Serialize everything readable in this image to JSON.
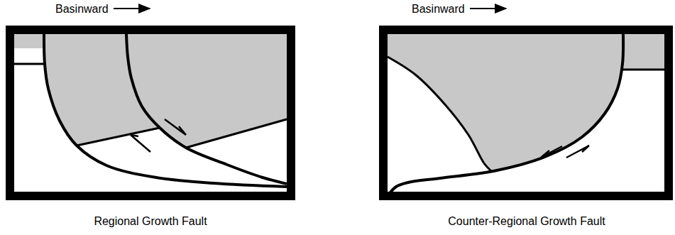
{
  "diagram": {
    "labels": [
      "Basinward",
      "Basinward",
      "Regional Growth Fault",
      "Counter-Regional Growth Fault"
    ]
  }
}
